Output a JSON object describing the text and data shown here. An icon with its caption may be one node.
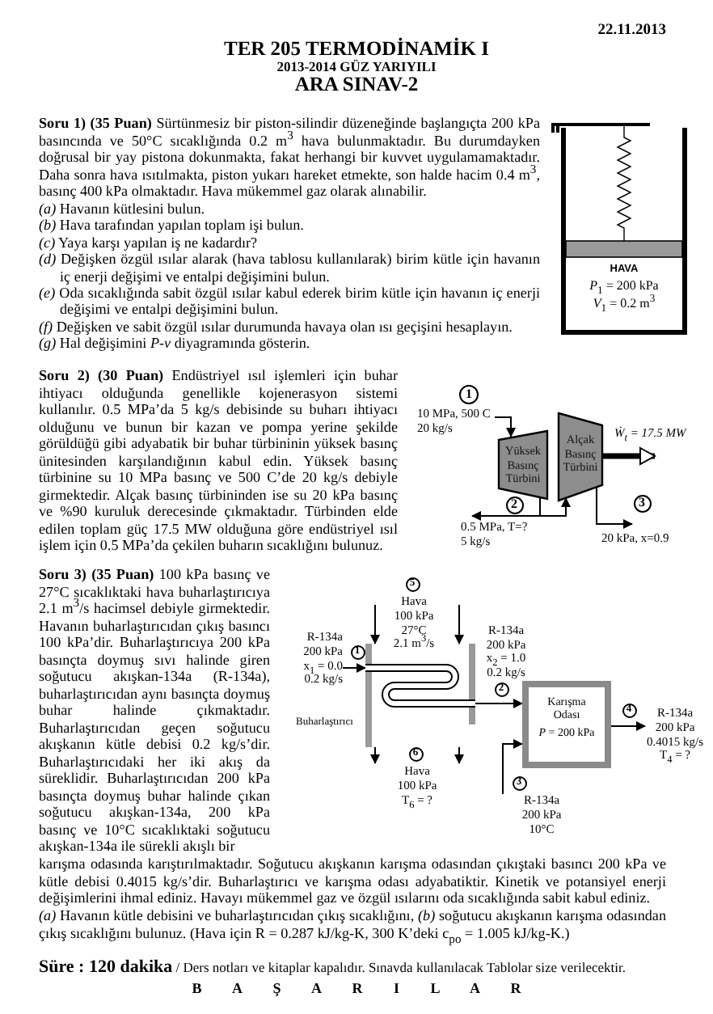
{
  "diagram": {
    "title": "TER 205 TERMODİNAMİK I",
    "nodes": [
      {
        "text": [
          "HAVA",
          "*P*$_{1}$ = 200 kPa",
          "*V*$_{1}$ = 0.2 m$^{3}$"
        ]
      },
      {
        "text": [
          "Yüksek Basınç Türbini"
        ]
      },
      {
        "text": [
          "Alçak Basınç Türbini"
        ]
      },
      {
        "text": [],
        "shape": "box",
        "beside": [
          "Buharlaştırıcı"
        ]
      },
      {
        "text": [
          "Karışma Odası",
          "*P* = 200 kPa"
        ]
      },
      {
        "text": [
          "10 MPa, 500 C",
          "20 kg/s"
        ]
      },
      {
        "text": [
          "0.5 MPa, T=?",
          "5 kg/s"
        ]
      },
      {
        "text": [
          "20 kPa, x=0.9"
        ]
      },
      {
        "text": [
          "Ẇ$_{t}$ = 17.5 MW"
        ]
      },
      {
        "text": [
          "R-134a",
          "200 kPa",
          "x$_{1}$ = 0.0",
          "0.2 kg/s"
        ]
      },
      {
        "text": [
          "R-134a",
          "200 kPa",
          "0.4015 kg/s",
          "T$_{4}$ = ?"
        ]
      },
      {
        "text": [
          "R-134a",
          "200 kPa",
          "10°C"
        ]
      },
      {
        "text": [
          "Hava",
          "100 kPa",
          "T$_{6}$ = ?"
        ]
      }
    ],
    "edges": [
      {
        "from": 5,
        "to": 1,
        "arrow": "to"
      },
      {
        "from": 1,
        "to": 2,
        "arrow": "to"
      },
      {
        "from": 1,
        "to": 6,
        "arrow": "to"
      },
      {
        "from": 2,
        "to": 7,
        "arrow": "to"
      },
      {
        "from": 2,
        "to": 8,
        "arrow": "to",
        "style": "thick"
      },
      {
        "from": 9,
        "to": 3,
        "arrow": "to"
      },
      {
        "from": 3,
        "to": 4,
        "arrow": "to"
      },
      {
        "from": 11,
        "to": 4,
        "arrow": "to"
      },
      {
        "from": 4,
        "to": 10,
        "arrow": "to"
      },
      {
        "from": null,
        "to": 3,
        "arrow": "to"
      },
      {
        "from": null,
        "to": 3,
        "arrow": "to"
      },
      {
        "from": 3,
        "to": 12,
        "arrow": "to"
      },
      {
        "from": 3,
        "to": 12,
        "arrow": "to"
      }
    ],
    "labels": [
      "22.11.2013",
      "2013-2014 GÜZ YARIYILI",
      "ARA SINAV-2",
      "**Soru 1) (35 Puan)** Sürtünmesiz bir piston-silindir düzeneğinde başlangıçta 200 kPa basıncında ve 50°C sıcaklığında 0.2 m$^{3}$ hava bulunmaktadır. Bu durumdayken doğrusal bir yay pistona dokunmakta, fakat herhangi bir kuvvet uygulamamaktadır. Daha sonra hava ısıtılmakta, piston yukarı hareket etmekte, son halde hacim 0.4 m$^{3}$, basınç 400 kPa olmaktadır. Hava mükemmel gaz olarak alınabilir.",
      "*(a)* Havanın kütlesini bulun.",
      "*(b)* Hava tarafından yapılan toplam işi bulun.",
      "*(c)* Yaya karşı yapılan iş ne kadardır?",
      "*(d)* Değişken özgül ısılar alarak (hava tablosu kullanılarak) birim kütle için havanın iç enerji değişimi ve entalpi değişimini bulun.",
      "*(e)* Oda sıcaklığında sabit özgül ısılar kabul ederek birim kütle için havanın iç enerji değişimi ve entalpi değişimini bulun.",
      "*(f)* Değişken ve sabit özgül ısılar durumunda havaya olan ısı geçişini hesaplayın.",
      "*(g)* Hal değişimini *P-v* diyagramında gösterin.",
      "**Soru 2) (30 Puan)** Endüstriyel ısıl işlemleri için buhar ihtiyacı olduğunda genellikle kojenerasyon sistemi kullanılır. 0.5 MPa’da 5 kg/s debisinde su buharı ihtiyacı olduğunu ve bunun bir kazan ve pompa yerine şekilde görüldüğü gibi adyabatik bir buhar türbininin yüksek basınç ünitesinden karşılandığının kabul edin. Yüksek basınç türbinine su 10 MPa basınç ve 500 C’de 20 kg/s debiyle girmektedir. Alçak basınç türbininden ise su 20 kPa basınç ve %90 kuruluk derecesinde çıkmaktadır. Türbinden elde edilen toplam güç 17.5 MW olduğuna göre endüstriyel ısıl işlem için 0.5 MPa’da çekilen buharın sıcaklığını bulunuz.",
      "1",
      "2",
      "3",
      "**Soru 3) (35 Puan)** 100 kPa basınç ve 27°C sıcaklıktaki hava buharlaştırıcıya 2.1 m$^{3}$/s hacimsel debiyle girmektedir. Havanın buharlaştırıcıdan çıkış basıncı 100 kPa’dir. Buharlaştırıcıya 200 kPa basınçta doymuş sıvı halinde giren soğutucu akışkan-134a (R-134a), buharlaştırıcıdan aynı basınçta doymuş buhar halinde çıkmaktadır. Buharlaştırıcıdan geçen soğutucu akışkanın kütle debisi 0.2 kg/s’dir. Buharlaştırıcıdaki her iki akış da süreklidir. Buharlaştırıcıdan 200 kPa basınçta doymuş buhar halinde çıkan soğutucu akışkan-134a, 200 kPa basınç ve 10°C sıcaklıktaki soğutucu akışkan-134a ile sürekli akışlı bir",
      "karışma odasında karıştırılmaktadır. Soğutucu akışkanın karışma odasından çıkıştaki basıncı 200 kPa ve kütle debisi 0.4015 kg/s’dir. Buharlaştırıcı ve karışma odası adyabatiktir. Kinetik ve potansiyel enerji değişimlerini ihmal ediniz. Havayı mükemmel gaz ve özgül ısılarını oda sıcaklığında sabit kabul ediniz.",
      "5",
      "Hava",
      "100 kPa",
      "27°C",
      "2.1 m$^{3}$/s",
      "1",
      "R-134a",
      "200 kPa",
      "x$_{2}$ = 1.0",
      "0.2 kg/s",
      "2",
      "4",
      "6",
      "3",
      "*(a)* Havanın kütle debisini ve buharlaştırıcıdan çıkış sıcaklığını, *(b)* soğutucu akışkanın karışma odasından çıkış sıcaklığını bulunuz. (Hava için R = 0.287 kJ/kg-K, 300 K’deki c$_{po}$ = 1.005 kJ/kg-K.)",
      "**Süre : 120 dakika** / Ders notları ve kitaplar kapalıdır. Sınavda kullanılacak Tablolar size verilecektir.",
      "B A Ş A R I L A R"
    ]
  }
}
